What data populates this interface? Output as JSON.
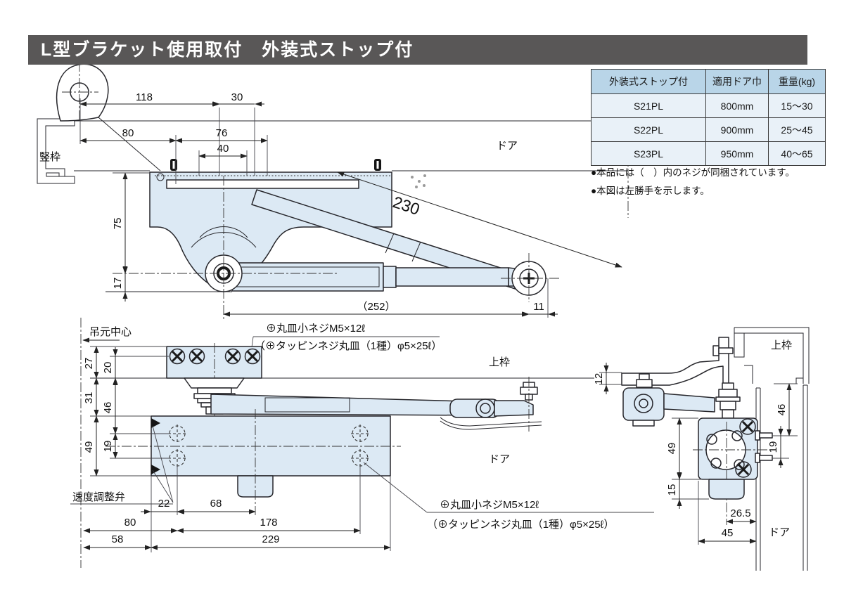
{
  "title": "L型ブラケット使用取付　外装式ストップ付",
  "colors": {
    "title_bar": "#595757",
    "table_header_bg": "#b9d5e8",
    "table_row_bg": "#e9f1f8",
    "part_fill": "#dce9f4",
    "line": "#26262b"
  },
  "table": {
    "headers": [
      "外装式ストップ付",
      "適用ドア巾",
      "重量(kg)"
    ],
    "rows": [
      [
        "S21PL",
        "800mm",
        "15〜30"
      ],
      [
        "S22PL",
        "900mm",
        "25〜45"
      ],
      [
        "S23PL",
        "950mm",
        "40〜65"
      ]
    ]
  },
  "notes": [
    "●本品には（　）内のネジが同梱されています。",
    "●本図は左勝手を示します。"
  ],
  "top_view": {
    "labels": {
      "frame_vertical": "竪枠",
      "door": "ドア"
    },
    "dims": {
      "d118": "118",
      "d30": "30",
      "d80": "80",
      "d76": "76",
      "d40": "40",
      "d230": "230",
      "d75": "75",
      "d17": "17",
      "d252": "（252）",
      "d11": "11"
    }
  },
  "front_view": {
    "labels": {
      "hinge_center": "吊元中心",
      "frame_top": "上枠",
      "door": "ドア",
      "speed_valve": "速度調整弁",
      "screw_note_line1": "⊕丸皿小ネジM5×12ℓ",
      "screw_note_line2": "（⊕タッピンネジ丸皿（1種）φ5×25ℓ）"
    },
    "dims": {
      "d27": "27",
      "d20": "20",
      "d31": "31",
      "d46": "46",
      "d49": "49",
      "d19": "19",
      "d22": "22",
      "d68": "68",
      "d80": "80",
      "d178": "178",
      "d58": "58",
      "d229": "229"
    }
  },
  "side_view": {
    "labels": {
      "frame_top": "上枠",
      "door": "ドア"
    },
    "dims": {
      "d12": "12",
      "d46": "46",
      "d19": "19",
      "d49": "49",
      "d15": "15",
      "d26_5": "26.5",
      "d45": "45"
    }
  }
}
